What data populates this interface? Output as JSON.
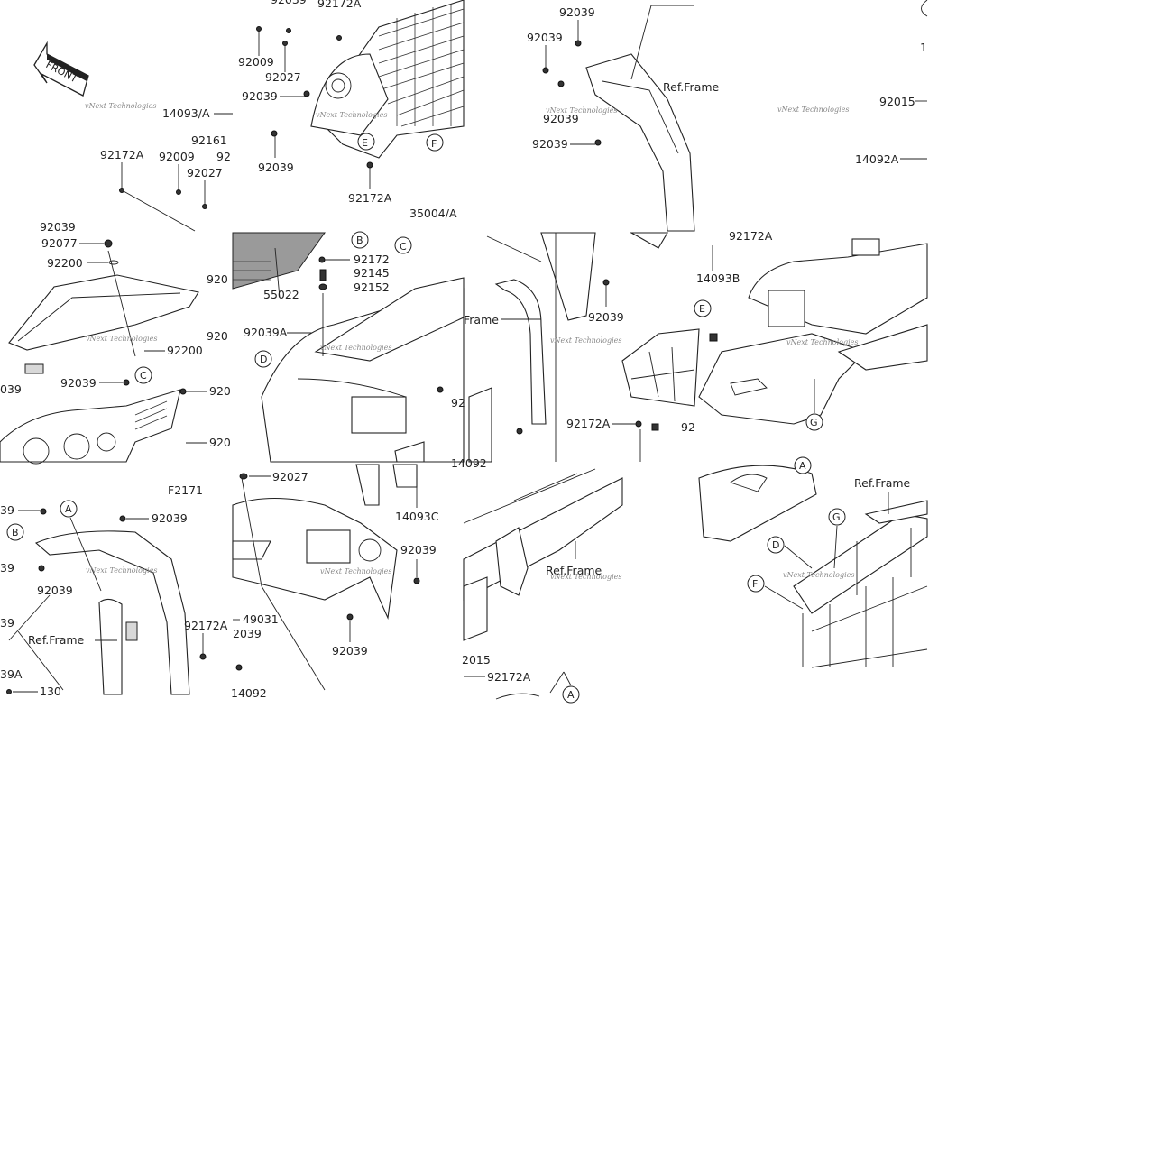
{
  "diagram": {
    "figure_code": "F2171",
    "brand_arrow": "FRONT",
    "watermark": "vNext Technologies",
    "reference_text": "Ref.Frame",
    "part_numbers": {
      "p92039": "92039",
      "p92172A": "92172A",
      "p92009": "92009",
      "p92027": "92027",
      "p14093A": "14093/A",
      "p92161": "92161",
      "p92077": "92077",
      "p92200": "92200",
      "p55022": "55022",
      "p92039A": "92039A",
      "p92172": "92172",
      "p92145": "92145",
      "p92152": "92152",
      "p14093B": "14093B",
      "p14093C": "14093C",
      "p92015": "92015",
      "p14092A": "14092A",
      "p35004A": "35004/A",
      "p49031": "49031",
      "p14092": "14092",
      "p130": "130",
      "p39A": "39A"
    },
    "callouts": [
      "A",
      "B",
      "C",
      "D",
      "E",
      "F",
      "G"
    ]
  }
}
